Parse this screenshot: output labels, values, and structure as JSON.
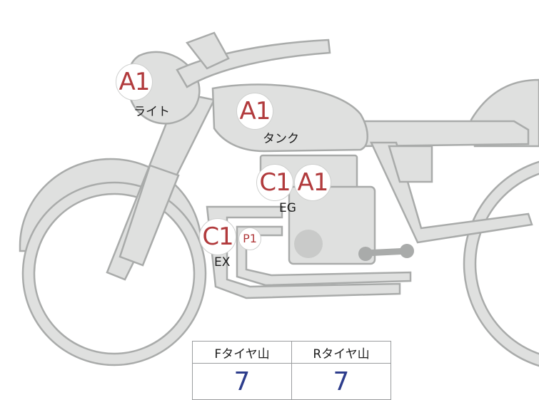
{
  "annotations": [
    {
      "id": "light-grade",
      "text": "A1",
      "size": "lg",
      "part": "light"
    },
    {
      "id": "tank-grade",
      "text": "A1",
      "size": "lg",
      "part": "tank"
    },
    {
      "id": "engine-grade-c",
      "text": "C1",
      "size": "lg",
      "part": "engine"
    },
    {
      "id": "engine-grade-a",
      "text": "A1",
      "size": "lg",
      "part": "engine"
    },
    {
      "id": "exhaust-grade-c",
      "text": "C1",
      "size": "lg",
      "part": "exhaust"
    },
    {
      "id": "exhaust-grade-p",
      "text": "P1",
      "size": "sm",
      "part": "exhaust"
    }
  ],
  "labels": {
    "light": "ライト",
    "tank": "タンク",
    "engine": "EG",
    "exhaust": "EX"
  },
  "tire_tread": {
    "headers": [
      "Fタイヤ山",
      "Rタイヤ山"
    ],
    "values": [
      "7",
      "7"
    ]
  },
  "colors": {
    "grade_text": "#b13a3c",
    "tread_value": "#2d3d8c",
    "bike_fill": "#dfe0df",
    "bike_outline": "#a9abaa"
  }
}
